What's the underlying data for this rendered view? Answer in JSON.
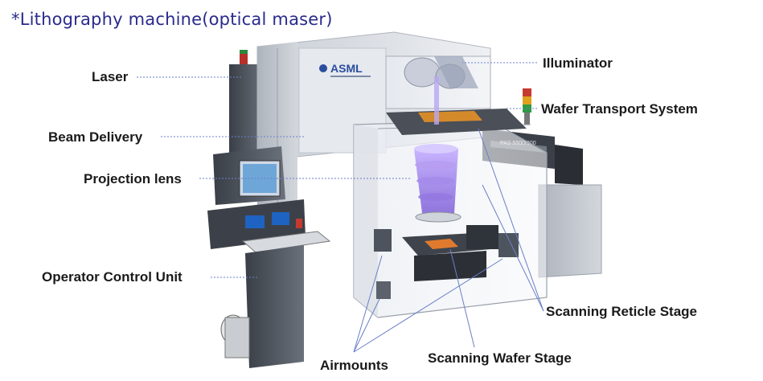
{
  "title": "*Lithography machine(optical maser)",
  "brand": {
    "logo_text": "ASML",
    "model_tag": "PAS 5500/300"
  },
  "labels": {
    "laser": "Laser",
    "beam_delivery": "Beam Delivery",
    "projection_lens": "Projection lens",
    "operator_control_unit": "Operator Control Unit",
    "illuminator": "Illuminator",
    "wafer_transport_system": "Wafer Transport System",
    "scanning_reticle_stage": "Scanning Reticle Stage",
    "scanning_wafer_stage": "Scanning Wafer Stage",
    "airmounts": "Airmounts"
  },
  "colors": {
    "title": "#2a2a8c",
    "leader_line": "#6a7fc8",
    "beam": "#9a7be0",
    "cabinet": "#d9dde3"
  }
}
